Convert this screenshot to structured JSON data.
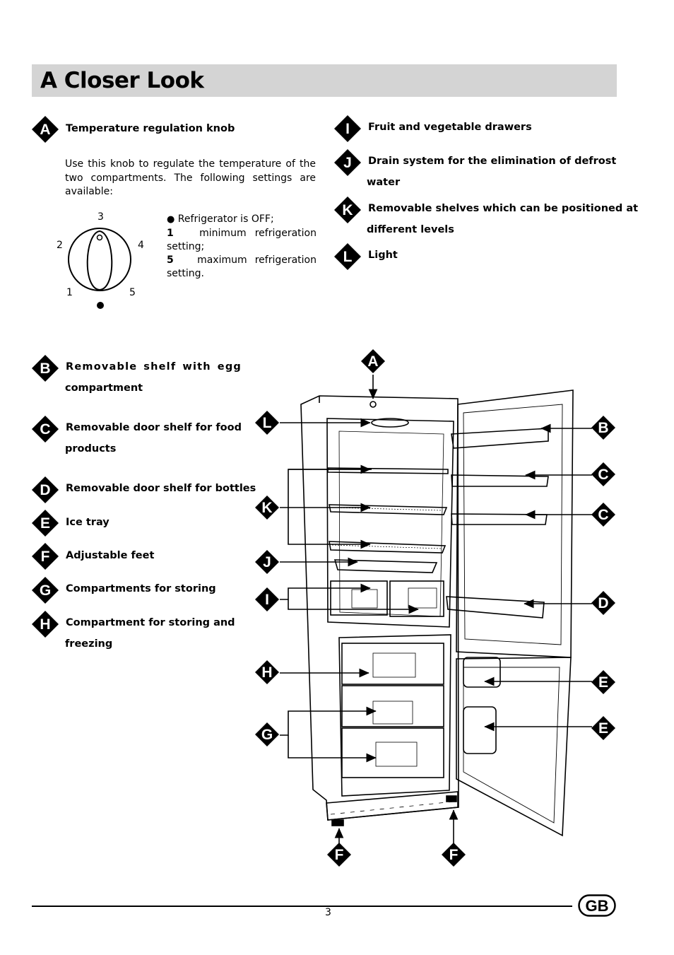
{
  "title": "A Closer Look",
  "left_items": [
    {
      "letter": "A",
      "label": "Temperature regulation knob"
    },
    {
      "letter": "B",
      "label_lines": [
        "Removable shelf with egg",
        "compartment"
      ]
    },
    {
      "letter": "C",
      "label_lines": [
        "Removable door shelf for food",
        "products"
      ]
    },
    {
      "letter": "D",
      "label": "Removable door shelf for bottles"
    },
    {
      "letter": "E",
      "label": "Ice tray"
    },
    {
      "letter": "F",
      "label": "Adjustable feet"
    },
    {
      "letter": "G",
      "label": "Compartments for storing"
    },
    {
      "letter": "H",
      "label_lines": [
        "Compartment for storing and",
        "freezing"
      ]
    }
  ],
  "right_items": [
    {
      "letter": "I",
      "label": "Fruit and vegetable drawers"
    },
    {
      "letter": "J",
      "label_lines": [
        "Drain system for the elimination of defrost",
        "water"
      ]
    },
    {
      "letter": "K",
      "label_lines": [
        "Removable shelves which can be positioned at",
        "different levels"
      ]
    },
    {
      "letter": "L",
      "label": "Light"
    }
  ],
  "knob_description": "Use this knob to regulate the temperature of the two compartments. The following settings are available:",
  "dial_numbers": [
    "1",
    "2",
    "3",
    "4",
    "5"
  ],
  "settings": [
    {
      "key": "●",
      "text": "Refrigerator is OFF;"
    },
    {
      "key": "1",
      "text": "minimum refrigeration setting;"
    },
    {
      "key": "5",
      "text": "maximum refrigeration setting."
    }
  ],
  "diagram_labels": [
    "A",
    "B",
    "C",
    "C",
    "D",
    "E",
    "E",
    "F",
    "F",
    "G",
    "H",
    "I",
    "J",
    "K",
    "L"
  ],
  "page_number": "3",
  "language_badge": "GB"
}
